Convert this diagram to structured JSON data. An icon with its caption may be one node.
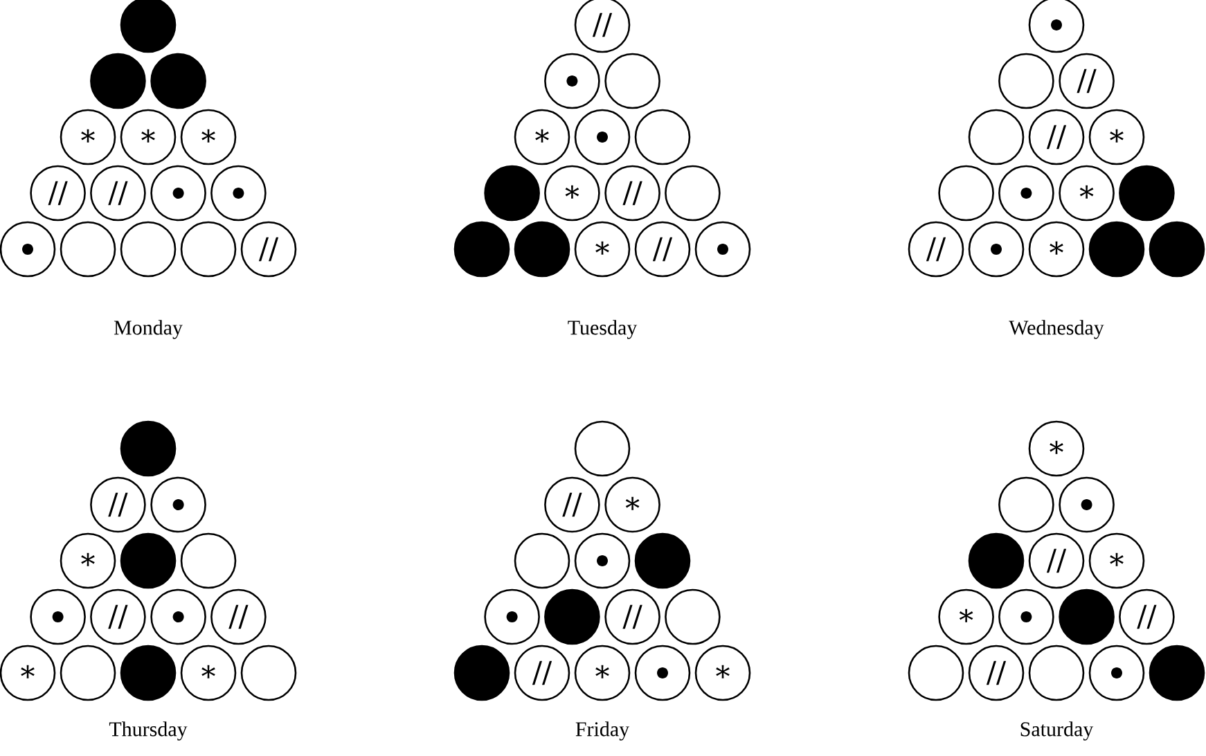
{
  "diagram": {
    "nodes": [
      {
        "text": [],
        "shape": "disc"
      },
      {
        "text": [],
        "shape": "disc"
      },
      {
        "text": [],
        "shape": "disc"
      },
      {
        "text": [
          "∗"
        ]
      },
      {
        "text": [
          "∗"
        ]
      },
      {
        "text": [
          "∗"
        ]
      },
      {
        "text": [
          "//"
        ]
      },
      {
        "text": [
          "//"
        ]
      },
      {
        "text": [],
        "shape": "dot"
      },
      {
        "text": [],
        "shape": "dot"
      },
      {
        "text": [],
        "shape": "dot"
      },
      {
        "text": [],
        "shape": "circle"
      },
      {
        "text": [],
        "shape": "circle"
      },
      {
        "text": [],
        "shape": "circle"
      },
      {
        "text": [
          "//"
        ]
      },
      {
        "text": [
          "//"
        ]
      },
      {
        "text": [],
        "shape": "dot"
      },
      {
        "text": [],
        "shape": "circle"
      },
      {
        "text": [
          "∗"
        ]
      },
      {
        "text": [],
        "shape": "dot"
      },
      {
        "text": [],
        "shape": "circle"
      },
      {
        "text": [],
        "shape": "disc"
      },
      {
        "text": [
          "∗"
        ]
      },
      {
        "text": [
          "//"
        ]
      },
      {
        "text": [],
        "shape": "circle"
      },
      {
        "text": [],
        "shape": "disc"
      },
      {
        "text": [],
        "shape": "disc"
      },
      {
        "text": [
          "∗"
        ]
      },
      {
        "text": [
          "//"
        ]
      },
      {
        "text": [],
        "shape": "dot"
      },
      {
        "text": [],
        "shape": "dot"
      },
      {
        "text": [],
        "shape": "circle"
      },
      {
        "text": [
          "//"
        ]
      },
      {
        "text": [],
        "shape": "circle"
      },
      {
        "text": [
          "//"
        ]
      },
      {
        "text": [
          "∗"
        ]
      },
      {
        "text": [],
        "shape": "circle"
      },
      {
        "text": [],
        "shape": "dot"
      },
      {
        "text": [
          "∗"
        ]
      },
      {
        "text": [],
        "shape": "disc"
      },
      {
        "text": [
          "//"
        ]
      },
      {
        "text": [],
        "shape": "dot"
      },
      {
        "text": [
          "∗"
        ]
      },
      {
        "text": [],
        "shape": "disc"
      },
      {
        "text": [],
        "shape": "disc"
      },
      {
        "text": [],
        "shape": "disc"
      },
      {
        "text": [
          "//"
        ]
      },
      {
        "text": [],
        "shape": "dot"
      },
      {
        "text": [
          "∗"
        ]
      },
      {
        "text": [],
        "shape": "disc"
      },
      {
        "text": [],
        "shape": "circle"
      },
      {
        "text": [],
        "shape": "dot"
      },
      {
        "text": [
          "//"
        ]
      },
      {
        "text": [],
        "shape": "dot"
      },
      {
        "text": [
          "//"
        ]
      },
      {
        "text": [
          "∗"
        ]
      },
      {
        "text": [],
        "shape": "circle"
      },
      {
        "text": [],
        "shape": "disc"
      },
      {
        "text": [
          "∗"
        ]
      },
      {
        "text": [],
        "shape": "circle"
      },
      {
        "text": [],
        "shape": "circle"
      },
      {
        "text": [
          "//"
        ]
      },
      {
        "text": [
          "∗"
        ]
      },
      {
        "text": [],
        "shape": "circle"
      },
      {
        "text": [],
        "shape": "dot"
      },
      {
        "text": [],
        "shape": "disc"
      },
      {
        "text": [],
        "shape": "dot"
      },
      {
        "text": [],
        "shape": "disc"
      },
      {
        "text": [
          "//"
        ]
      },
      {
        "text": [],
        "shape": "circle"
      },
      {
        "text": [],
        "shape": "disc"
      },
      {
        "text": [
          "//"
        ]
      },
      {
        "text": [
          "∗"
        ]
      },
      {
        "text": [],
        "shape": "dot"
      },
      {
        "text": [
          "∗"
        ]
      },
      {
        "text": [
          "∗"
        ]
      },
      {
        "text": [],
        "shape": "circle"
      },
      {
        "text": [],
        "shape": "dot"
      },
      {
        "text": [],
        "shape": "disc"
      },
      {
        "text": [
          "//"
        ]
      },
      {
        "text": [
          "∗"
        ]
      },
      {
        "text": [
          "∗"
        ]
      },
      {
        "text": [],
        "shape": "dot"
      },
      {
        "text": [],
        "shape": "disc"
      },
      {
        "text": [
          "//"
        ]
      },
      {
        "text": [],
        "shape": "circle"
      },
      {
        "text": [
          "//"
        ]
      },
      {
        "text": [],
        "shape": "circle"
      },
      {
        "text": [],
        "shape": "dot"
      },
      {
        "text": [],
        "shape": "disc"
      }
    ],
    "labels": [
      "Monday",
      "Tuesday",
      "Wednesday",
      "Thursday",
      "Friday",
      "Saturday"
    ]
  }
}
